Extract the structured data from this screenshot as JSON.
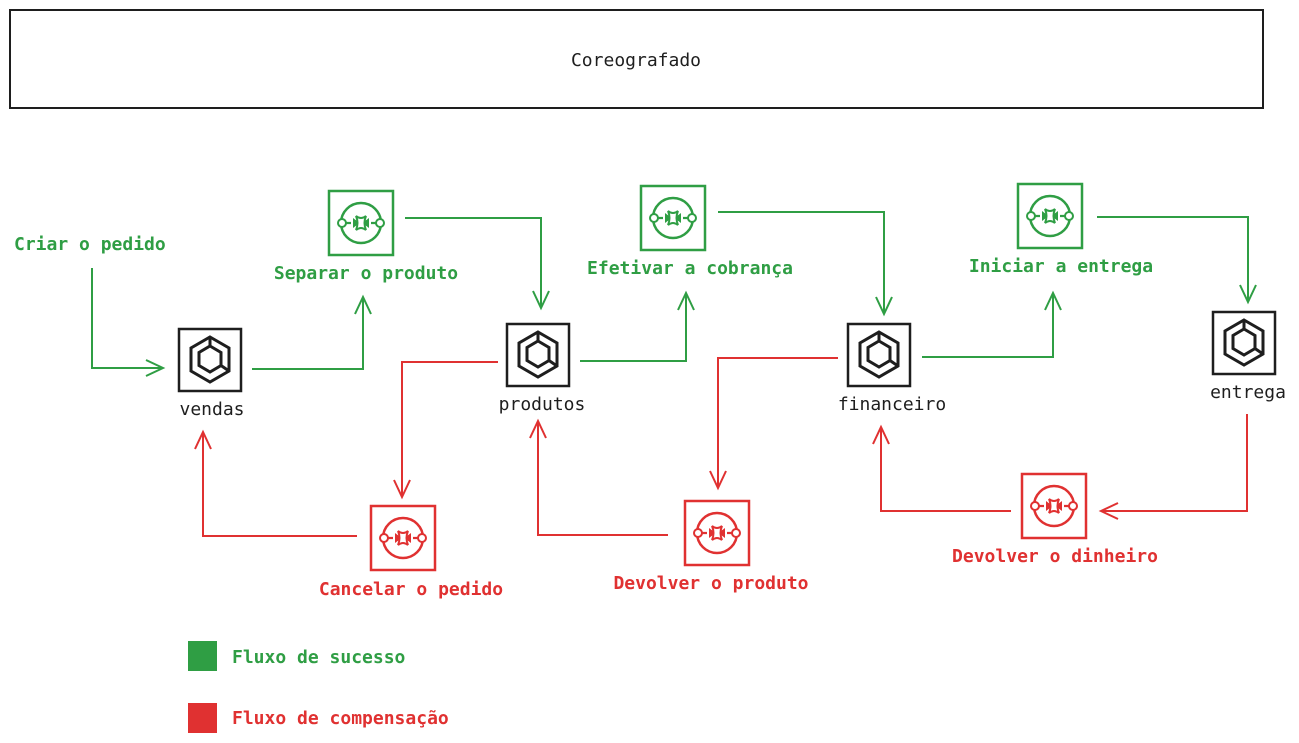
{
  "title": "Coreografado",
  "start_label": "Criar o pedido",
  "services": [
    {
      "name": "vendas"
    },
    {
      "name": "produtos"
    },
    {
      "name": "financeiro"
    },
    {
      "name": "entrega"
    }
  ],
  "success_events": [
    {
      "label": "Separar o produto"
    },
    {
      "label": "Efetivar a cobrança"
    },
    {
      "label": "Iniciar a entrega"
    }
  ],
  "compensation_events": [
    {
      "label": "Cancelar o pedido"
    },
    {
      "label": "Devolver o produto"
    },
    {
      "label": "Devolver o dinheiro"
    }
  ],
  "legend": [
    {
      "label": "Fluxo de sucesso",
      "color": "#2f9e44"
    },
    {
      "label": "Fluxo de compensação",
      "color": "#e03131"
    }
  ],
  "colors": {
    "success": "#2f9e44",
    "compensation": "#e03131",
    "ink": "#1e1e1e"
  }
}
